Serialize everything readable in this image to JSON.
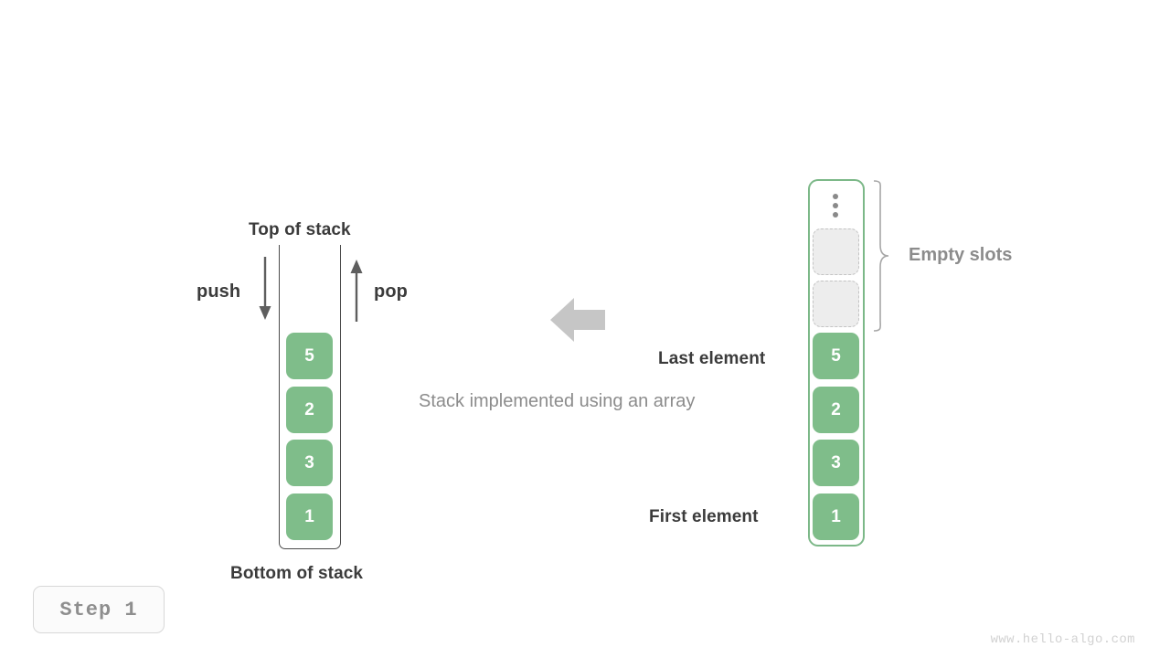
{
  "meta": {
    "title": "Stack implemented using an array",
    "step_label": "Step 1",
    "watermark": "www.hello-algo.com"
  },
  "colors": {
    "element_green": "#7fbd8a",
    "container_green": "#7cb888",
    "empty_slot_fill": "#ededed",
    "empty_slot_border": "#c3c3c3",
    "text_dark": "#3b3b3b",
    "text_gray": "#8c8c8c",
    "arrow_gray": "#c6c6c6",
    "stroke_dark": "#4b4b4b"
  },
  "left_stack": {
    "top_label": "Top of stack",
    "bottom_label": "Bottom of stack",
    "push_label": "push",
    "pop_label": "pop",
    "push_icon": "arrow-down-icon",
    "pop_icon": "arrow-up-icon",
    "elements": [
      {
        "value": "5"
      },
      {
        "value": "2"
      },
      {
        "value": "3"
      },
      {
        "value": "1"
      }
    ]
  },
  "center": {
    "caption": "Stack implemented using an array",
    "arrow_icon": "arrow-left-icon"
  },
  "right_array": {
    "empty_slots_label": "Empty slots",
    "last_element_label": "Last element",
    "first_element_label": "First element",
    "ellipsis_icon": "vertical-ellipsis-icon",
    "brace_icon": "curly-brace-icon",
    "empty_slot_count": 2,
    "elements": [
      {
        "value": "5"
      },
      {
        "value": "2"
      },
      {
        "value": "3"
      },
      {
        "value": "1"
      }
    ]
  }
}
